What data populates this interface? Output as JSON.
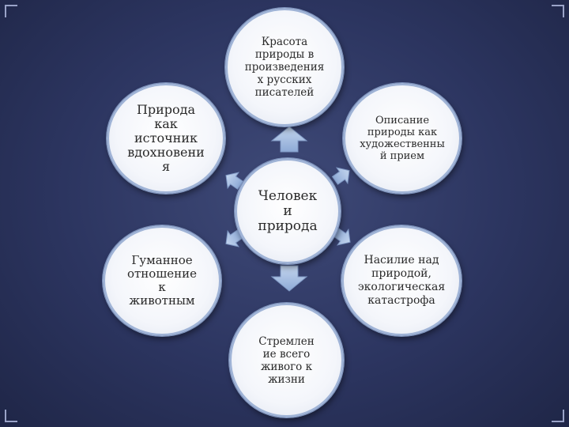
{
  "diagram": {
    "center": "Человек\nи\nприрода",
    "top": "Красота\nприроды в\nпроизведения\nх русских\nписателей",
    "left": "Природа\nкак\nисточник\nвдохновени\nя",
    "right": "Описание\nприроды как\nхудожественны\nй прием",
    "bottom_left": "Гуманное\nотношение\nк\nживотным",
    "bottom_right": "Насилие над\nприродой,\nэкологическая\nкатастрофа",
    "bottom": "Стремлен\nие всего\nживого к\nжизни"
  },
  "colors": {
    "background": "#2c3560",
    "node_fill": "#f4f6fb",
    "node_border": "#9fb3d6",
    "arrow_fill": "#a9c2e4"
  }
}
